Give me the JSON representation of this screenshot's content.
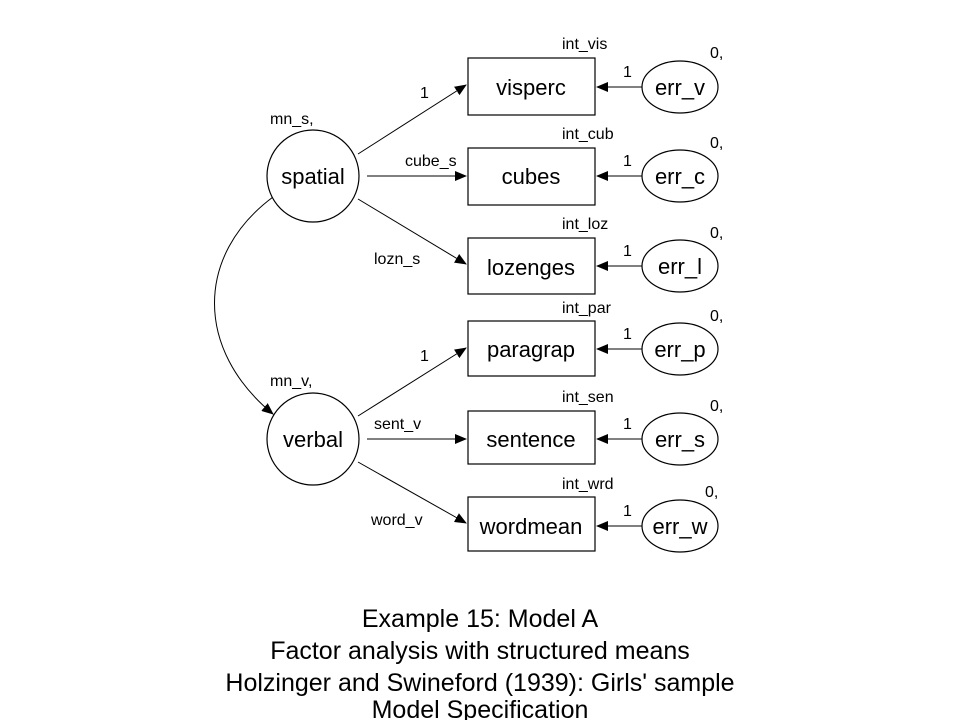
{
  "factors": [
    {
      "id": "spatial",
      "label": "spatial",
      "mean_label": "mn_s,"
    },
    {
      "id": "verbal",
      "label": "verbal",
      "mean_label": "mn_v,"
    }
  ],
  "observed": [
    {
      "id": "visperc",
      "label": "visperc",
      "intercept": "int_vis",
      "error": "err_v",
      "err_mean": "0,",
      "err_weight": "1",
      "loading": "1",
      "factor": "spatial"
    },
    {
      "id": "cubes",
      "label": "cubes",
      "intercept": "int_cub",
      "error": "err_c",
      "err_mean": "0,",
      "err_weight": "1",
      "loading": "cube_s",
      "factor": "spatial"
    },
    {
      "id": "lozenges",
      "label": "lozenges",
      "intercept": "int_loz",
      "error": "err_l",
      "err_mean": "0,",
      "err_weight": "1",
      "loading": "lozn_s",
      "factor": "spatial"
    },
    {
      "id": "paragrap",
      "label": "paragrap",
      "intercept": "int_par",
      "error": "err_p",
      "err_mean": "0,",
      "err_weight": "1",
      "loading": "1",
      "factor": "verbal"
    },
    {
      "id": "sentence",
      "label": "sentence",
      "intercept": "int_sen",
      "error": "err_s",
      "err_mean": "0,",
      "err_weight": "1",
      "loading": "sent_v",
      "factor": "verbal"
    },
    {
      "id": "wordmean",
      "label": "wordmean",
      "intercept": "int_wrd",
      "error": "err_w",
      "err_mean": "0,",
      "err_weight": "1",
      "loading": "word_v",
      "factor": "verbal"
    }
  ],
  "caption": {
    "line1": "Example 15: Model A",
    "line2": "Factor analysis with structured means",
    "line3": "Holzinger and Swineford (1939):  Girls' sample",
    "line4": "Model Specification"
  }
}
